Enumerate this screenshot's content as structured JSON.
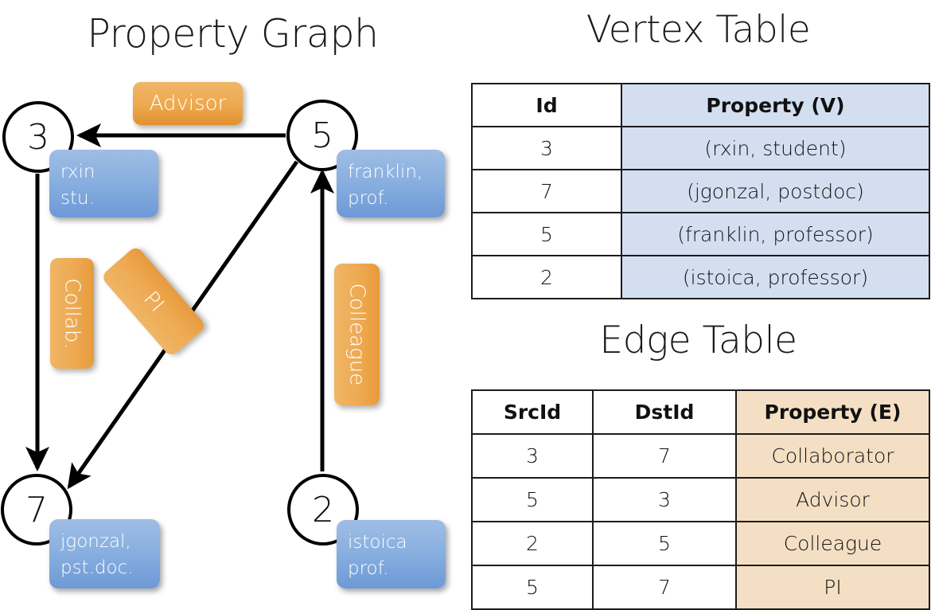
{
  "titles": {
    "property_graph": "Property Graph",
    "vertex_table": "Vertex Table",
    "edge_table": "Edge Table"
  },
  "graph": {
    "nodes": [
      {
        "id": "3",
        "name": "rxin",
        "role": "stu."
      },
      {
        "id": "5",
        "name": "franklin,",
        "role": "prof."
      },
      {
        "id": "7",
        "name": "jgonzal,",
        "role": "pst.doc."
      },
      {
        "id": "2",
        "name": "istoica",
        "role": "prof."
      }
    ],
    "edge_labels": [
      {
        "key": "advisor",
        "text": "Advisor",
        "src": "5",
        "dst": "3"
      },
      {
        "key": "collab",
        "text": "Collab.",
        "src": "3",
        "dst": "7"
      },
      {
        "key": "pi",
        "text": "PI",
        "src": "5",
        "dst": "7"
      },
      {
        "key": "colleague",
        "text": "Colleague",
        "src": "2",
        "dst": "5"
      }
    ]
  },
  "vertex_table": {
    "headers": [
      "Id",
      "Property (V)"
    ],
    "rows": [
      {
        "id": "3",
        "property": "(rxin, student)"
      },
      {
        "id": "7",
        "property": "(jgonzal, postdoc)"
      },
      {
        "id": "5",
        "property": "(franklin, professor)"
      },
      {
        "id": "2",
        "property": "(istoica, professor)"
      }
    ]
  },
  "edge_table": {
    "headers": [
      "SrcId",
      "DstId",
      "Property (E)"
    ],
    "rows": [
      {
        "src": "3",
        "dst": "7",
        "property": "Collaborator"
      },
      {
        "src": "5",
        "dst": "3",
        "property": "Advisor"
      },
      {
        "src": "2",
        "dst": "5",
        "property": "Colleague"
      },
      {
        "src": "5",
        "dst": "7",
        "property": "PI"
      }
    ]
  },
  "colors": {
    "vertex_property_fill": "#d3dff1",
    "edge_property_fill": "#f5dfc4",
    "node_box_blue": "#89b0e0",
    "edge_label_orange": "#eeaa52",
    "stroke": "#000000"
  }
}
